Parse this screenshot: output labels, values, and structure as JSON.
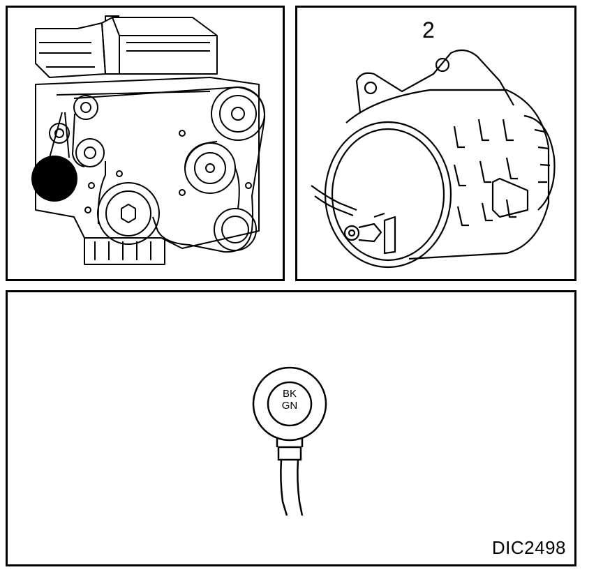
{
  "panels": {
    "engine": {
      "highlight_color": "#000000"
    },
    "alternator": {
      "callout_number": "2"
    },
    "connector": {
      "wire_color_top": "BK",
      "wire_color_bottom": "GN",
      "figure_id": "DIC2498"
    }
  }
}
